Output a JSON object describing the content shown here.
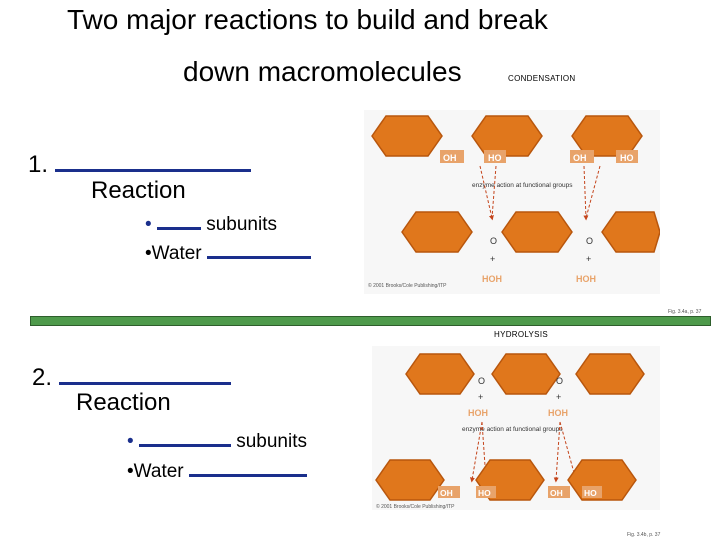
{
  "title": {
    "line1": "Two major reactions to build and break",
    "line2": "down macromolecules"
  },
  "labels": {
    "condensation": "CONDENSATION",
    "hydrolysis": "HYDROLYSIS"
  },
  "section1": {
    "number": "1.",
    "reaction": "Reaction",
    "bullet1_suffix": "subunits",
    "bullet2_prefix": "•Water"
  },
  "section2": {
    "number": "2.",
    "reaction": "Reaction",
    "bullet1_suffix": "subunits",
    "bullet2_prefix": "•Water"
  },
  "figure1": {
    "oh": "OH",
    "ho": "HO",
    "enzyme": "enzyme action at functional groups",
    "o": "O",
    "plus": "+",
    "water": "HOH",
    "credit": "© 2001 Brooks/Cole Publishing/ITP",
    "caption": "Fig. 3.4a, p. 37"
  },
  "figure2": {
    "oh": "OH",
    "ho": "HO",
    "enzyme": "enzyme action at functional groups",
    "o": "O",
    "plus": "+",
    "water": "HOH",
    "credit": "© 2001 Brooks/Cole Publishing/ITP",
    "caption": "Fig. 3.4b, p. 37"
  },
  "colors": {
    "hexagon_fill": "#e0771c",
    "hexagon_stroke": "#b8560d",
    "functional_group": "#e8a36a",
    "bar_fill": "#4e9a4b",
    "blank_line": "#1a2f8c"
  }
}
